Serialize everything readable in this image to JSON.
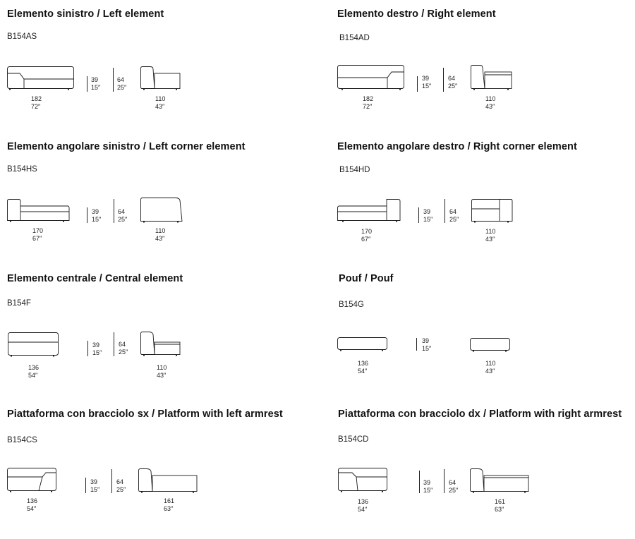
{
  "sections": [
    {
      "title": "Elemento sinistro / Left element",
      "code": "B154AS",
      "h1": "39",
      "h1in": "15″",
      "h2": "64",
      "h2in": "25″",
      "w1": "182",
      "w1in": "72″",
      "w2": "110",
      "w2in": "43″"
    },
    {
      "title": "Elemento destro / Right element",
      "code": "B154AD",
      "h1": "39",
      "h1in": "15″",
      "h2": "64",
      "h2in": "25″",
      "w1": "182",
      "w1in": "72″",
      "w2": "110",
      "w2in": "43″"
    },
    {
      "title": "Elemento angolare sinistro / Left corner element",
      "code": "B154HS",
      "h1": "39",
      "h1in": "15″",
      "h2": "64",
      "h2in": "25″",
      "w1": "170",
      "w1in": "67″",
      "w2": "110",
      "w2in": "43″"
    },
    {
      "title": "Elemento angolare destro / Right corner element",
      "code": "B154HD",
      "h1": "39",
      "h1in": "15″",
      "h2": "64",
      "h2in": "25″",
      "w1": "170",
      "w1in": "67″",
      "w2": "110",
      "w2in": "43″"
    },
    {
      "title": "Elemento centrale / Central element",
      "code": "B154F",
      "h1": "39",
      "h1in": "15″",
      "h2": "64",
      "h2in": "25″",
      "w1": "136",
      "w1in": "54″",
      "w2": "110",
      "w2in": "43″"
    },
    {
      "title": "Pouf / Pouf",
      "code": "B154G",
      "h1": "39",
      "h1in": "15″",
      "w1": "136",
      "w1in": "54″",
      "w2": "110",
      "w2in": "43″"
    },
    {
      "title": "Piattaforma con bracciolo sx / Platform with left armrest",
      "code": "B154CS",
      "h1": "39",
      "h1in": "15″",
      "h2": "64",
      "h2in": "25″",
      "w1": "136",
      "w1in": "54″",
      "w2": "161",
      "w2in": "63″"
    },
    {
      "title": "Piattaforma con bracciolo dx / Platform with right armrest",
      "code": "B154CD",
      "h1": "39",
      "h1in": "15″",
      "h2": "64",
      "h2in": "25″",
      "w1": "136",
      "w1in": "54″",
      "w2": "161",
      "w2in": "63″"
    }
  ]
}
